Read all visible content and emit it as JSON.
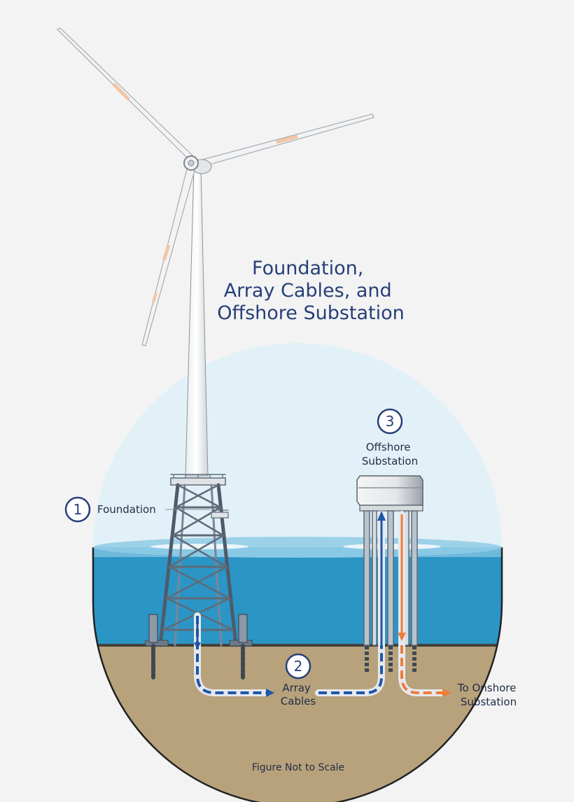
{
  "title": [
    "Foundation,",
    "Array Cables, and",
    "Offshore Substation"
  ],
  "markers": [
    {
      "number": "1",
      "label": [
        "Foundation"
      ]
    },
    {
      "number": "2",
      "label": [
        "Array",
        "Cables"
      ]
    },
    {
      "number": "3",
      "label": [
        "Offshore",
        "Substation"
      ]
    }
  ],
  "onshore_label": [
    "To Onshore",
    "Substation"
  ],
  "footnote": "Figure Not to Scale",
  "colors": {
    "title": "#273f78",
    "sky": "#e2f1f7",
    "water": "#2b95c6",
    "seabed": "#b8a27c",
    "export_cable": "#ee7d3a",
    "array_cable": "#1f56a8"
  }
}
